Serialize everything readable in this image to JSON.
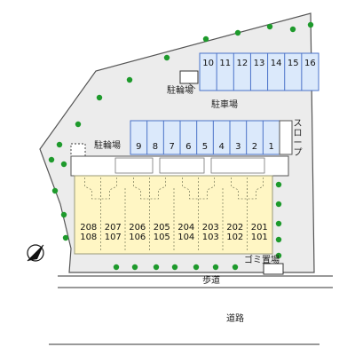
{
  "labels": {
    "bicycle_parking_top": "駐輪場",
    "bicycle_parking_left": "駐輪場",
    "car_parking": "駐車場",
    "slope": "スロープ",
    "garbage": "ゴミ置場",
    "sidewalk": "歩道",
    "road": "道路"
  },
  "parking_top": [
    "10",
    "11",
    "12",
    "13",
    "14",
    "15",
    "16"
  ],
  "parking_bottom": [
    "9",
    "8",
    "7",
    "6",
    "5",
    "4",
    "3",
    "2",
    "1"
  ],
  "units": [
    {
      "upper": "208",
      "lower": "108"
    },
    {
      "upper": "207",
      "lower": "107"
    },
    {
      "upper": "206",
      "lower": "106"
    },
    {
      "upper": "205",
      "lower": "105"
    },
    {
      "upper": "204",
      "lower": "104"
    },
    {
      "upper": "203",
      "lower": "103"
    },
    {
      "upper": "202",
      "lower": "102"
    },
    {
      "upper": "201",
      "lower": "101"
    }
  ],
  "colors": {
    "site": "#ececec",
    "outline": "#555555",
    "parking": "#dbe9fb",
    "parking_border": "#4a72c8",
    "building": "#fff6c4",
    "building_border": "#999977",
    "tree": "#1e9a2c"
  },
  "icons": {
    "compass": "north-arrow-icon"
  }
}
